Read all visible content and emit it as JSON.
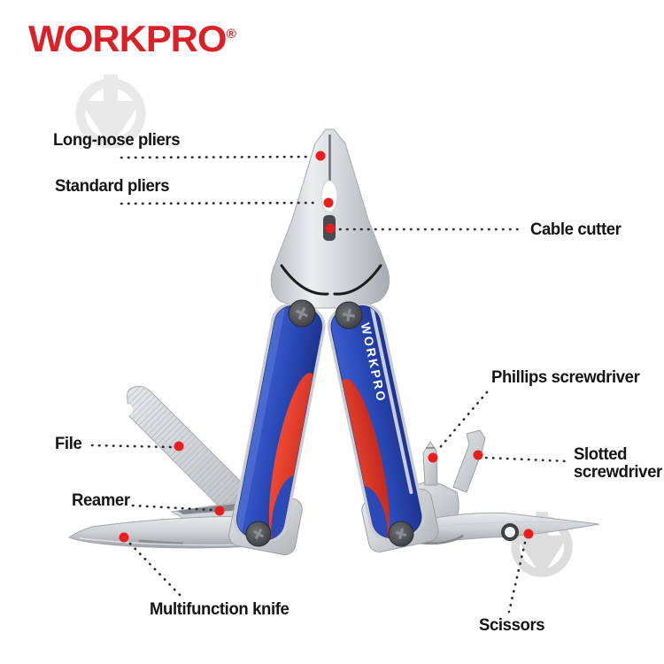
{
  "page": {
    "background": "#ffffff"
  },
  "brand": {
    "logo_text": "WORKPRO",
    "registered_mark": "®",
    "logo_color": "#da2128"
  },
  "product": {
    "handle_text": "WORKPRO"
  },
  "colors": {
    "handle_blue": "#2b4ab8",
    "grip_red": "#e23b2e",
    "steel_gray": "#cfd2d6",
    "callout_dot_red": "#ee1d1d",
    "label_text": "#141414",
    "watermark_gray": "#e9e9e9"
  },
  "callouts": [
    {
      "id": "long-nose-pliers",
      "label": "Long-nose pliers"
    },
    {
      "id": "standard-pliers",
      "label": "Standard pliers"
    },
    {
      "id": "cable-cutter",
      "label": "Cable cutter"
    },
    {
      "id": "phillips-screwdriver",
      "label": "Phillips screwdriver"
    },
    {
      "id": "file",
      "label": "File"
    },
    {
      "id": "slotted-screwdriver",
      "label": "Slotted screwdriver"
    },
    {
      "id": "reamer",
      "label": "Reamer"
    },
    {
      "id": "multifunction-knife",
      "label": "Multifunction knife"
    },
    {
      "id": "scissors",
      "label": "Scissors"
    }
  ]
}
